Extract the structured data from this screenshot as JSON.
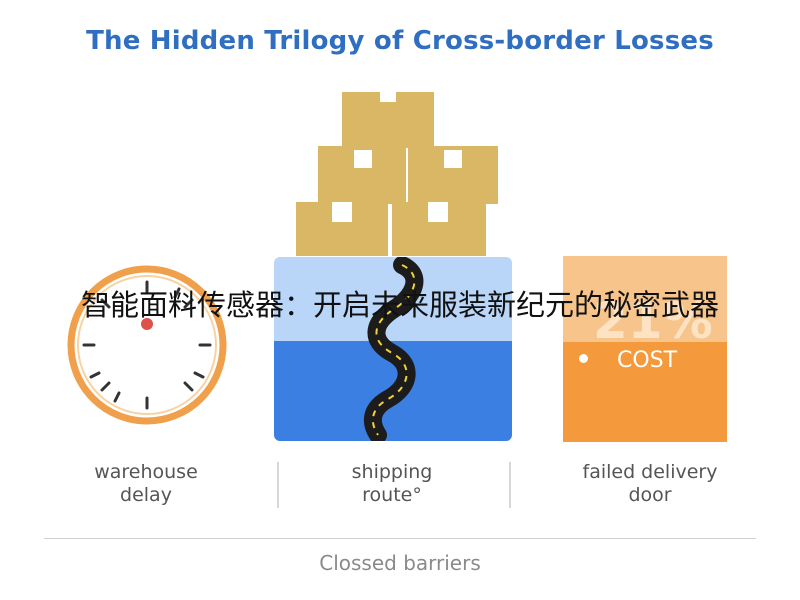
{
  "title": "The Hidden Trilogy of Cross-border Losses",
  "colors": {
    "title": "#2f6ec1",
    "box": "#d9b765",
    "clock_rim": "#f0a04b",
    "clock_hand": "#e0504a",
    "route_upper": "#b9d6f8",
    "route_lower": "#3b7fe2",
    "cost_top": "#f7c48c",
    "cost_bottom": "#f59a3c"
  },
  "icons": [
    "cardboard-boxes-icon",
    "clock-icon",
    "winding-road-icon"
  ],
  "overlay_text": "智能面料传感器：开启未来服装新纪元的秘密武器",
  "cost_card": {
    "percent": "21%",
    "label": "COST"
  },
  "columns": [
    {
      "line1": "warehouse",
      "line2": "delay"
    },
    {
      "line1": "shipping",
      "line2": "route°"
    },
    {
      "line1": "failed delivery",
      "line2": "door"
    }
  ],
  "footer": "Clossed barriers"
}
